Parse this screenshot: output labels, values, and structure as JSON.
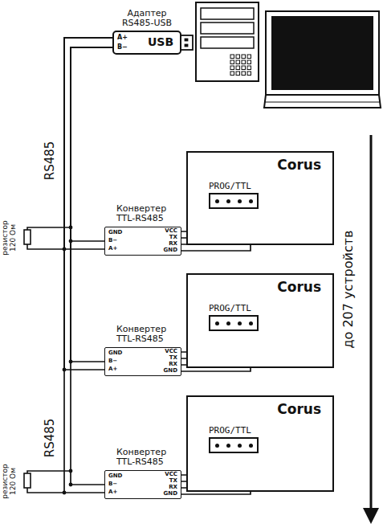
{
  "diagram": {
    "nodes": [
      {
        "text": [
          "Адаптер RS485-USB"
        ]
      },
      {
        "text": [
          "Corus"
        ]
      },
      {
        "text": [
          "PROG/TTL"
        ],
        "in": 1
      },
      {
        "text": [
          "Конвертер TTL-RS485"
        ]
      },
      {
        "text": [
          "Corus"
        ]
      },
      {
        "text": [
          "PROG/TTL"
        ],
        "in": 4
      },
      {
        "text": [
          "Конвертер TTL-RS485"
        ]
      },
      {
        "text": [
          "Corus"
        ]
      },
      {
        "text": [
          "PROG/TTL"
        ],
        "in": 7
      },
      {
        "text": [
          "Конвертер TTL-RS485"
        ]
      }
    ],
    "edges": [
      {
        "from": 0,
        "to": 3,
        "arrow": "none"
      },
      {
        "from": 0,
        "to": 6,
        "arrow": "none"
      },
      {
        "from": 0,
        "to": 9,
        "arrow": "none"
      },
      {
        "from": 3,
        "to": 2,
        "arrow": "none"
      },
      {
        "from": 6,
        "to": 5,
        "arrow": "none"
      },
      {
        "from": 9,
        "to": 8,
        "arrow": "none"
      }
    ],
    "labels": [
      "A+",
      "B−",
      "USB",
      "RS485",
      "резистор 120 Ом",
      "GND",
      "B−",
      "A+",
      "VCC",
      "TX",
      "RX",
      "GND",
      "GND",
      "B−",
      "A+",
      "VCC",
      "TX",
      "RX",
      "GND",
      "RS485",
      "резистор 120 Ом",
      "GND",
      "B−",
      "A+",
      "VCC",
      "TX",
      "RX",
      "GND",
      "до 207 устройств"
    ]
  }
}
